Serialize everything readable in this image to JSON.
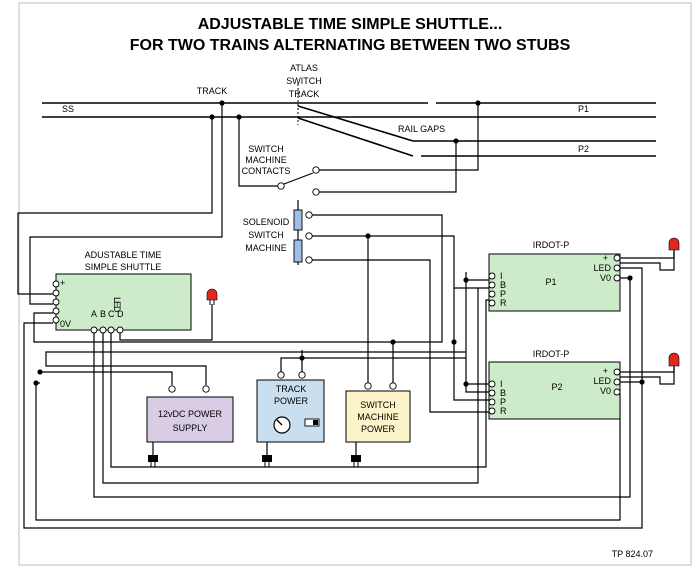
{
  "title": {
    "line1": "ADJUSTABLE TIME SIMPLE SHUTTLE...",
    "line2": "FOR TWO TRAINS ALTERNATING BETWEEN TWO STUBS"
  },
  "labels": {
    "track": "TRACK",
    "atlas1": "ATLAS",
    "atlas2": "SWITCH",
    "atlas3": "TRACK",
    "ss": "SS",
    "p1": "P1",
    "p2": "P2",
    "rail_gaps": "RAIL GAPS",
    "smc1": "SWITCH",
    "smc2": "MACHINE",
    "smc3": "CONTACTS",
    "sol1": "SOLENOID",
    "sol2": "SWITCH",
    "sol3": "MACHINE",
    "footer": "TP 824.07"
  },
  "shuttle": {
    "title1": "ADUSTABLE TIME",
    "title2": "SIMPLE SHUTTLE",
    "plus": "+",
    "zero_v": "0V",
    "a": "A",
    "b": "B",
    "c": "C",
    "d": "D",
    "led": "LED"
  },
  "irdot1": {
    "title": "IRDOT-P",
    "name": "P1",
    "pins": [
      "I",
      "B",
      "P",
      "R"
    ],
    "out_plus": "+",
    "out_led": "LED",
    "out_v0": "V0"
  },
  "irdot2": {
    "title": "IRDOT-P",
    "name": "P2",
    "pins": [
      "I",
      "B",
      "P",
      "R"
    ],
    "out_plus": "+",
    "out_led": "LED",
    "out_v0": "V0"
  },
  "supply": {
    "line1": "12vDC POWER",
    "line2": "SUPPLY"
  },
  "track_power": {
    "line1": "TRACK",
    "line2": "POWER"
  },
  "switch_power": {
    "line1": "SWITCH",
    "line2": "MACHINE",
    "line3": "POWER"
  },
  "colors": {
    "module_fill": "#ccecc9",
    "supply_fill": "#d9cde6",
    "track_power_fill": "#c9dff0",
    "switch_power_fill": "#fdf3c8",
    "solenoid_fill": "#9fbfe6",
    "led": "#e0281e"
  }
}
